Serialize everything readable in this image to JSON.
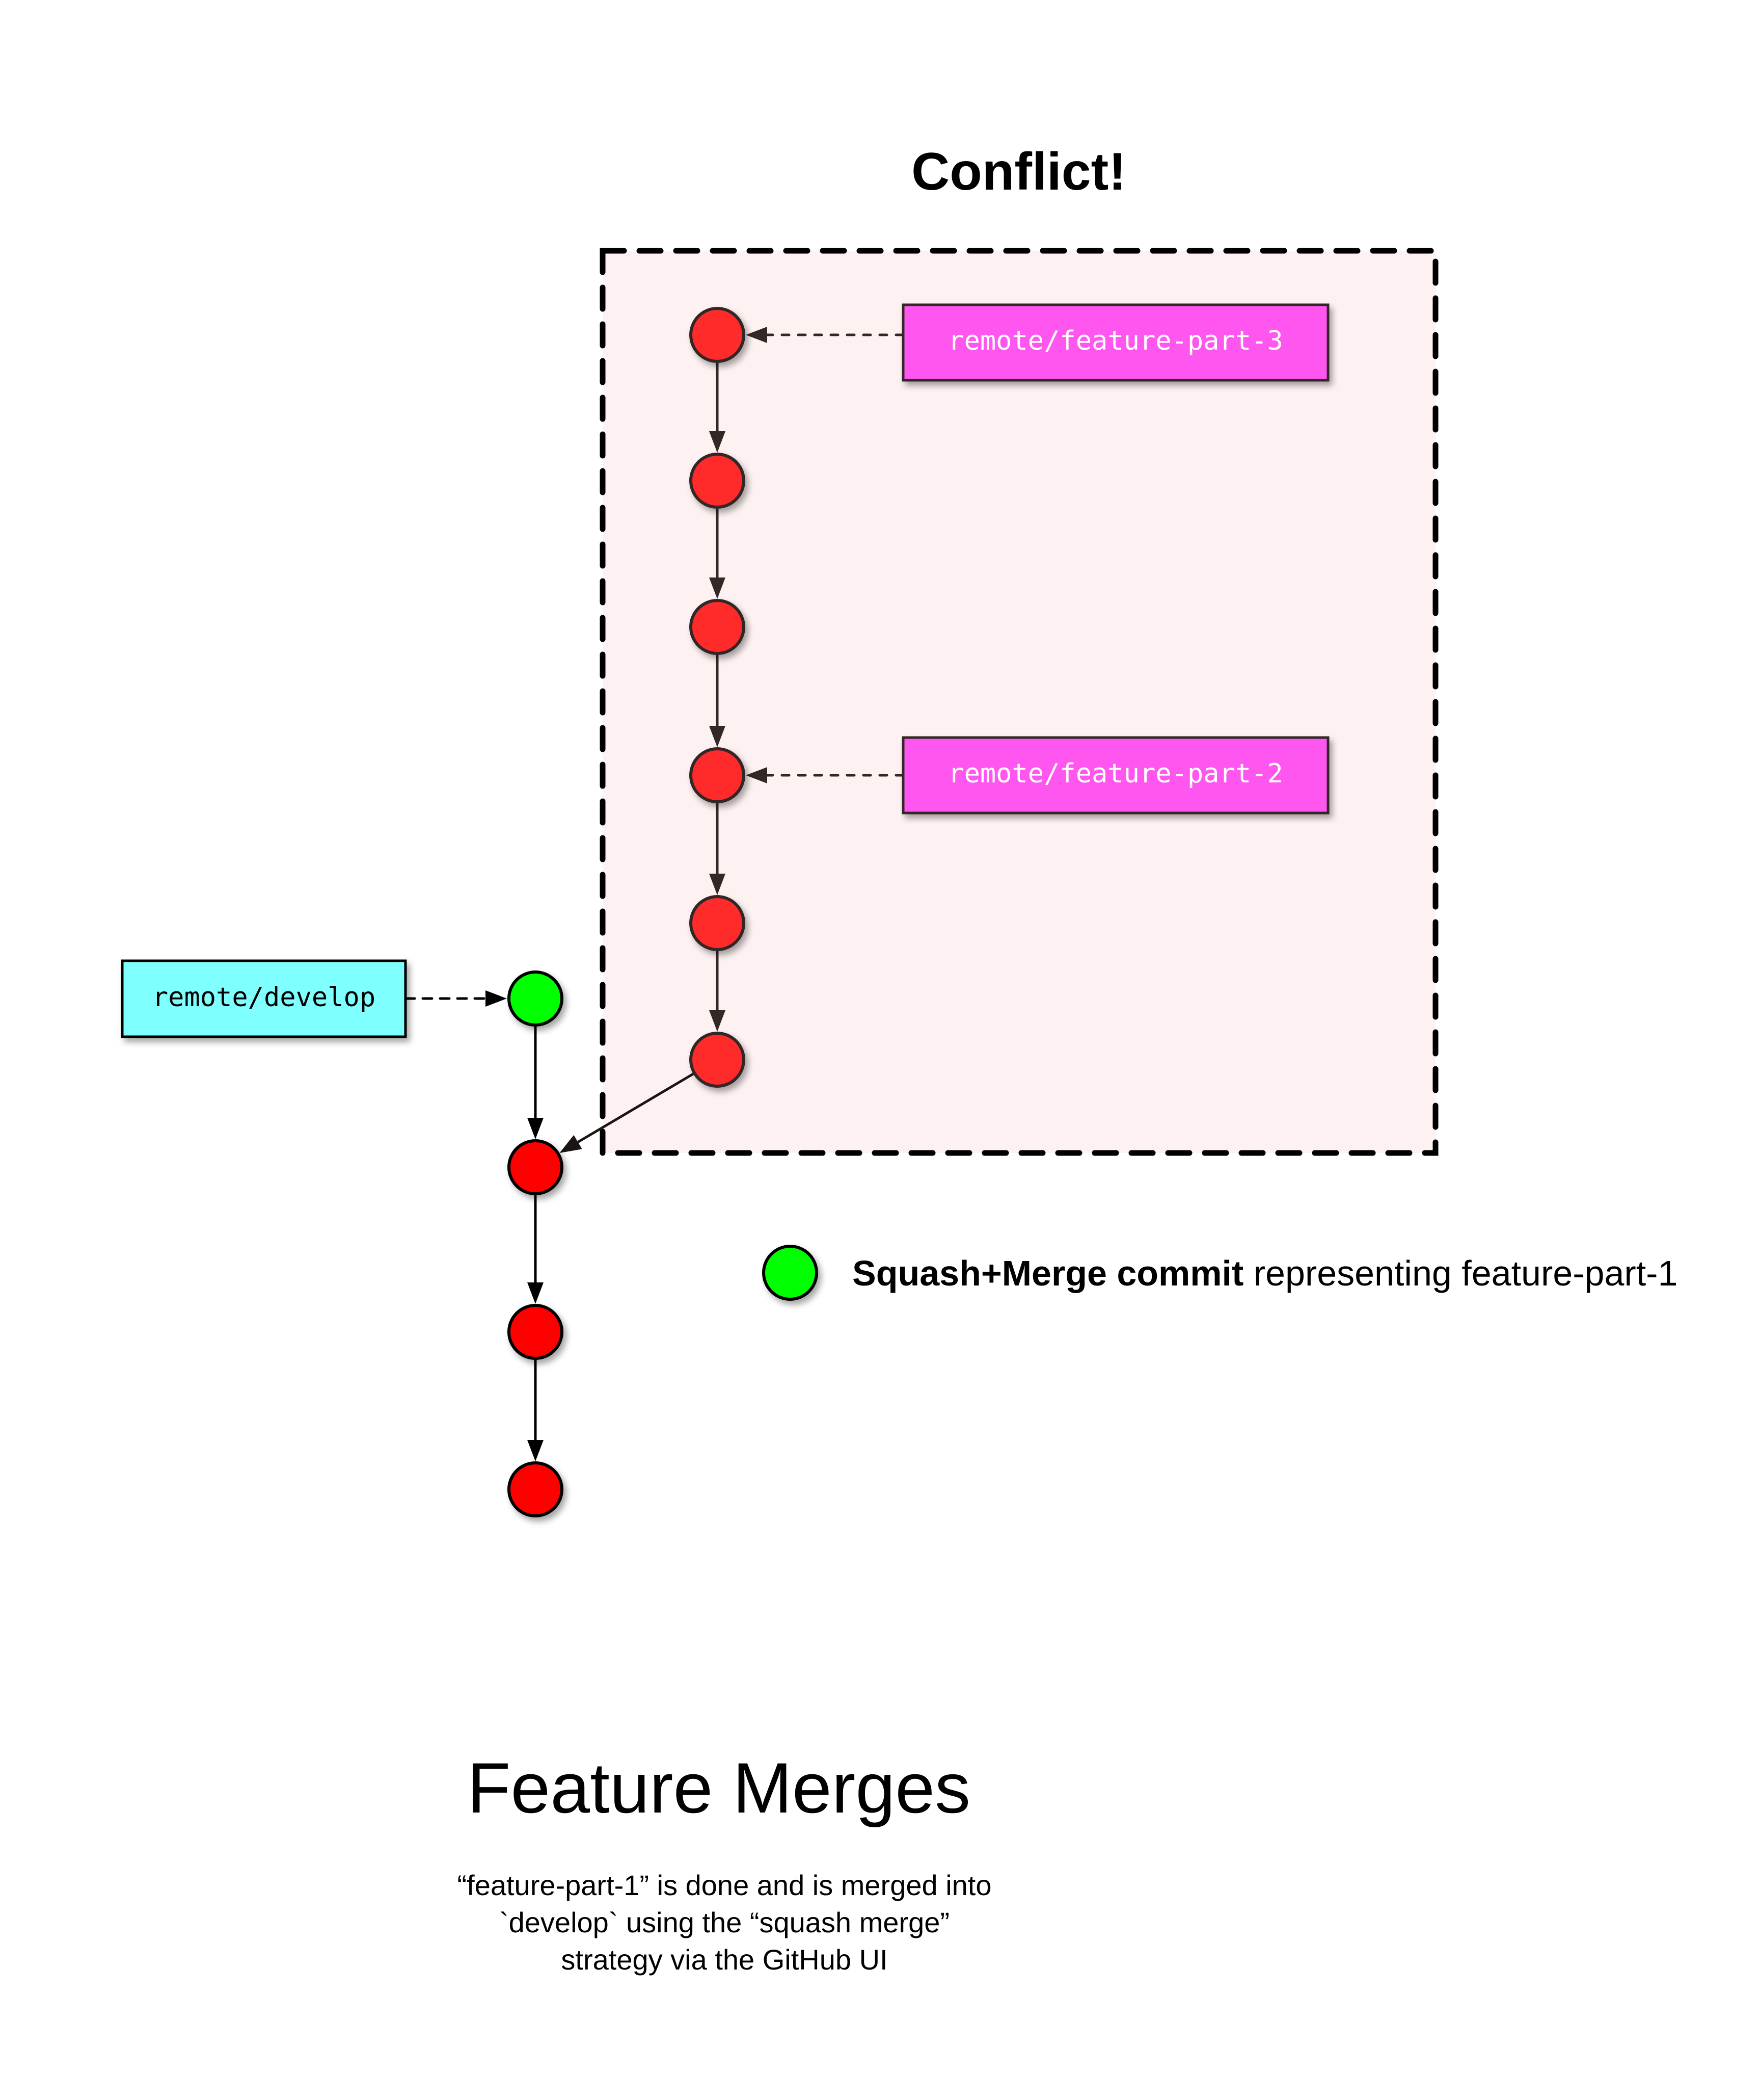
{
  "heading": "Conflict!",
  "colors": {
    "conflict_fill": "#FDF1F1",
    "conflict_border": "#000000",
    "feature_node": "#FF2A2A",
    "feature_stroke": "#332826",
    "develop_node": "#FF0000",
    "develop_stroke": "#000000",
    "squash_node": "#00FF00",
    "feature_label_fill": "#FF57F0",
    "feature_label_text": "#FFFFFF",
    "develop_label_fill": "#80FFFF",
    "develop_label_text": "#000000"
  },
  "branch_labels": {
    "feature_part_3": "remote/feature-part-3",
    "feature_part_2": "remote/feature-part-2",
    "develop": "remote/develop"
  },
  "feature_commits": [
    {
      "id": "f1",
      "label_ref": "feature_part_3"
    },
    {
      "id": "f2"
    },
    {
      "id": "f3"
    },
    {
      "id": "f4",
      "label_ref": "feature_part_2"
    },
    {
      "id": "f5"
    },
    {
      "id": "f6"
    }
  ],
  "develop_commits": [
    {
      "id": "d1",
      "type": "squash",
      "label_ref": "develop"
    },
    {
      "id": "d2",
      "type": "merge"
    },
    {
      "id": "d3",
      "type": "normal"
    },
    {
      "id": "d4",
      "type": "normal"
    }
  ],
  "legend": {
    "bold": "Squash+Merge commit",
    "rest": " representing feature-part-1"
  },
  "title": "Feature Merges",
  "description": [
    "“feature-part-1” is done and is merged into",
    "`develop` using the “squash merge”",
    "strategy via the GitHub UI"
  ]
}
